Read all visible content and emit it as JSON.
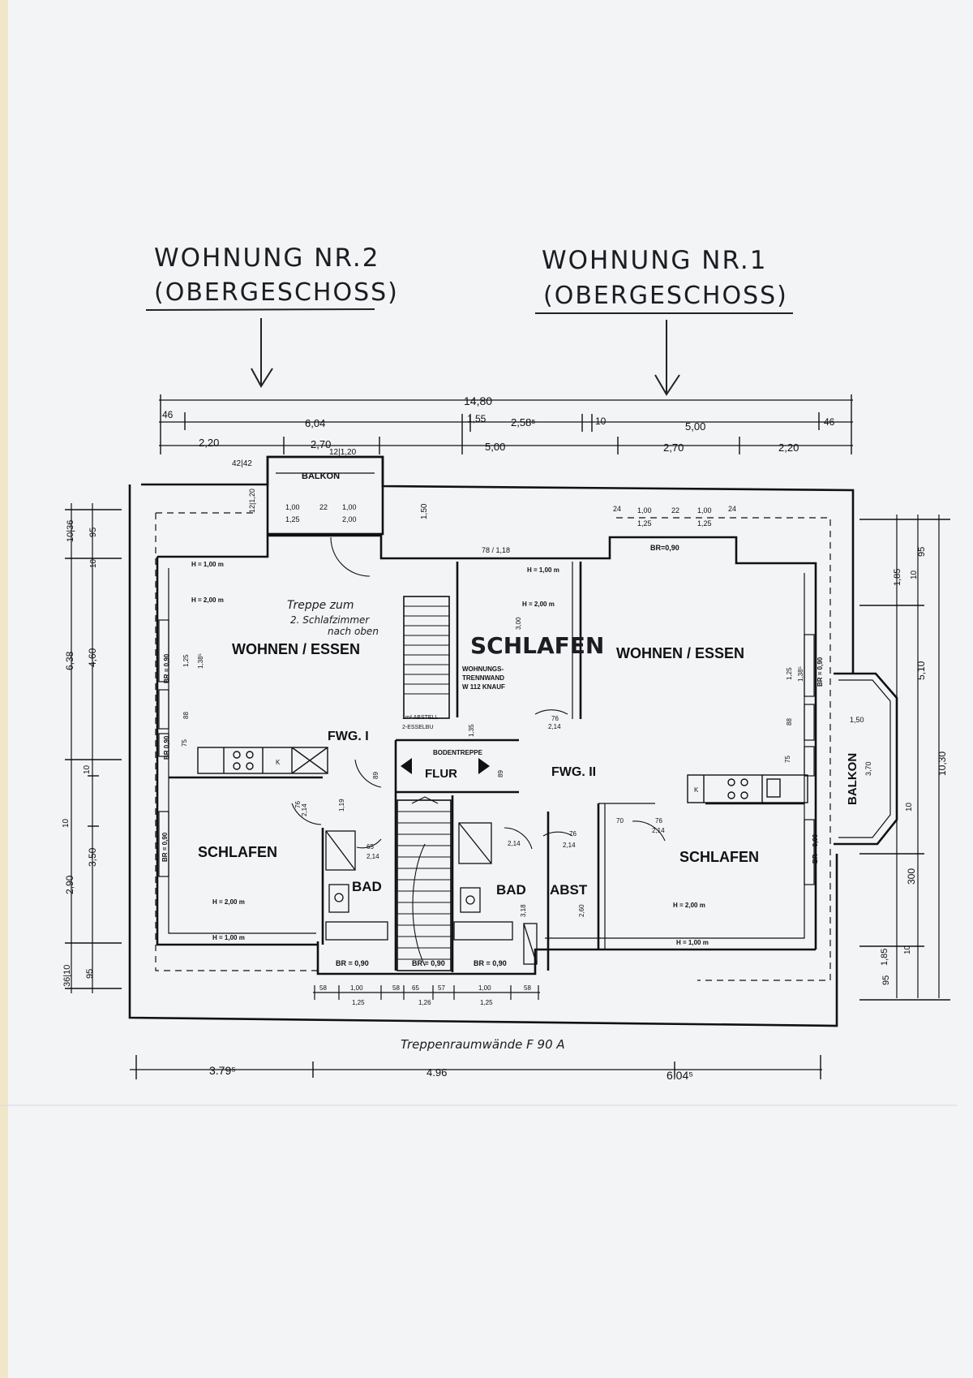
{
  "headings": {
    "apartment_2_title": "WOHNUNG NR.2",
    "apartment_2_sub": "(OBERGESCHOSS)",
    "apartment_1_title": "WOHNUNG NR.1",
    "apartment_1_sub": "(OBERGESCHOSS)"
  },
  "rooms": {
    "wohnen_left": "WOHNEN / ESSEN",
    "wohnen_right": "WOHNEN / ESSEN",
    "schlafen_center": "SCHLAFEN",
    "schlafen_left": "SCHLAFEN",
    "schlafen_right": "SCHLAFEN",
    "bad_left": "BAD",
    "bad_right": "BAD",
    "abst": "ABST",
    "flur": "FLUR",
    "balkon_top": "BALKON",
    "balkon_right": "BALKON",
    "fwg1": "FWG. I",
    "fwg2": "FWG. II"
  },
  "notes": {
    "treppe_line1": "Treppe zum",
    "treppe_line2": "2. Schlafzimmer",
    "treppe_line3": "nach oben",
    "trennwand_1": "WOHNUNGS-",
    "trennwand_2": "TRENNWAND",
    "trennwand_3": "W 112  KNAUF",
    "bodentreppe": "BODENTREPPE",
    "abstell_1": "1m² ABSTELL",
    "abstell_2": "2-ESSELBU",
    "treppenraum": "Treppenraumwände F 90 A"
  },
  "dims": {
    "d1480": "14,80",
    "d604": "6,04",
    "d155": "1,55",
    "d2585": "2,58⁵",
    "d10a": "10",
    "d500a": "5,00",
    "d46a": "46",
    "d46b": "46",
    "d220a": "2,20",
    "d270a": "2,70",
    "d500b": "5,00",
    "d270b": "2,70",
    "d220b": "2,20",
    "d4242": "42|42",
    "d1210a": "12|1,20",
    "d1210b": "12|1,20",
    "d100a": "1,00",
    "d22a": "22",
    "d100b": "1,00",
    "d125a": "1,25",
    "d200a": "2,00",
    "d150": "1,50",
    "d24a": "24",
    "d100c": "1,00",
    "d22b": "22",
    "d100d": "1,00",
    "d24b": "24",
    "d125b": "1,25",
    "d125c": "1,25",
    "br090top": "BR=0,90",
    "d78118": "78 / 1,18",
    "h100a": "H = 1,00 m",
    "h200a": "H = 2,00 m",
    "h100b": "H = 1,00 m",
    "h200b": "H = 2,00 m",
    "h200c": "H = 2,00 m",
    "h100c": "H = 1,00 m",
    "h200d": "H = 2,00 m",
    "h100d": "H = 1,00 m",
    "l638": "6,38",
    "l460": "4,60",
    "l10a": "10",
    "l10b": "10",
    "l350": "3,50",
    "l290": "2,90",
    "l10c": "10",
    "l95a": "95",
    "l1036": "10|36",
    "l36": "36|10",
    "l95b": "95",
    "r185a": "1,85",
    "r95a": "95",
    "r10a": "10",
    "r510": "5,10",
    "r1030": "10,30",
    "r10b": "10",
    "r300": "300",
    "r185b": "1,85",
    "r10c": "10",
    "r95b": "95",
    "br090a": "BR = 0,90",
    "br090b": "BR 0,90",
    "br090c": "BR = 0,90",
    "br090d": "BR = 0,90",
    "br090e": "BR = 0,90",
    "br090f": "BR = 0,90",
    "br090g": "BR = 0,90",
    "br090h": "BR = 0,90",
    "br090i": "BR = 0,90",
    "b58a": "58",
    "b100a": "1,00",
    "b58b": "58",
    "b65": "65",
    "b57": "57",
    "b100b": "1,00",
    "b58c": "58",
    "b125a": "1,25",
    "b126": "1,26",
    "b125b": "1,25",
    "bot3795": "3.79⁵",
    "bot496": "4.96",
    "bot6045": "6.04⁵",
    "d214a": "2,14",
    "d214b": "2,14",
    "d214c": "2,14",
    "d214d": "2,14",
    "d214e": "2,14",
    "d214f": "2,14",
    "d76a": "76",
    "d76b": "76",
    "d76c": "76",
    "d76d": "76",
    "d65": "65",
    "d89a": "89",
    "d89b": "89",
    "d119": "1,19",
    "d135": "1,35",
    "d125l": "1,25",
    "d138l": "1,38⁵",
    "d88l": "88",
    "d75l": "75",
    "d125r": "1,25",
    "d138r": "1,38⁵",
    "d88r": "88",
    "d75r": "75",
    "d370": "3,70",
    "d150r": "1,50",
    "d260": "2,60",
    "d318": "3,18",
    "d70": "70",
    "d300v": "3,00",
    "k1": "K",
    "k2": "K"
  }
}
